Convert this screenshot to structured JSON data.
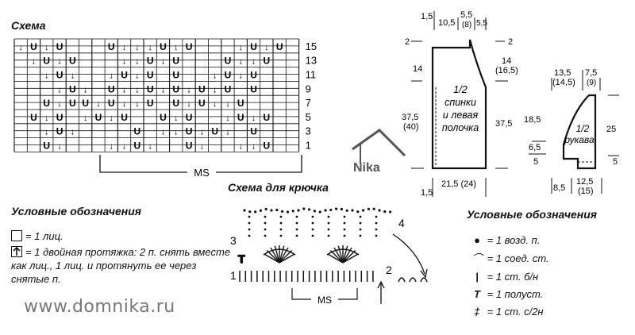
{
  "scheme": {
    "title": "Схема",
    "row_labels": [
      "15",
      "13",
      "11",
      "9",
      "7",
      "5",
      "3",
      "1"
    ],
    "ms_label": "MS"
  },
  "legend_knit": {
    "title": "Условные обозначения",
    "items": [
      {
        "icon": "empty-square",
        "text": "= 1 лиц."
      },
      {
        "icon": "double-decrease-square",
        "text": "= 1 двойная протяжка: 2 п. снять вместе как лиц., 1 лиц. и протянуть ее через снятые п."
      }
    ]
  },
  "crochet": {
    "title": "Схема для крючка",
    "row_labels": [
      "1",
      "2",
      "3",
      "4"
    ],
    "ms_label": "MS"
  },
  "legend_crochet": {
    "title": "Условные обозначения",
    "items": [
      {
        "icon": "dot",
        "text": "= 1 возд. п."
      },
      {
        "icon": "arc",
        "text": "= 1 соед. ст."
      },
      {
        "icon": "bar",
        "text": "= 1 ст. б/н"
      },
      {
        "icon": "t-bar",
        "text": "= 1 полуст."
      },
      {
        "icon": "crossed-bar",
        "text": "= 1 ст. с/2н"
      }
    ]
  },
  "pattern_back": {
    "label_lines": [
      "1/2",
      "спинки",
      "и левая",
      "полочка"
    ],
    "dims": {
      "top_a": "1,5",
      "top_b": "10,5",
      "top_c": "5,5",
      "top_c2": "(8)",
      "top_d": "5,5",
      "mark_left": "2",
      "mark_right": "2",
      "armhole_left": "14",
      "armhole_right": "14",
      "armhole_right2": "(16,5)",
      "body_left": "37,5",
      "body_left2": "(40)",
      "body_right": "37,5",
      "bottom_a": "1,5",
      "bottom_b": "21,5 (24)"
    }
  },
  "pattern_sleeve": {
    "label_lines": [
      "1/2",
      "рукава"
    ],
    "dims": {
      "top_a": "13,5",
      "top_a2": "(14,5)",
      "top_b": "7,5",
      "top_b2": "(9)",
      "left_a": "18,5",
      "left_b": "6,5",
      "left_c": "5",
      "right_a": "25",
      "right_b": "5",
      "bottom_a": "8,5",
      "bottom_b": "12,5",
      "bottom_b2": "(15)"
    }
  },
  "logo": {
    "text": "Nika"
  },
  "website": "www.domnika.ru",
  "colors": {
    "ink": "#111111",
    "watermark": "#777777"
  }
}
